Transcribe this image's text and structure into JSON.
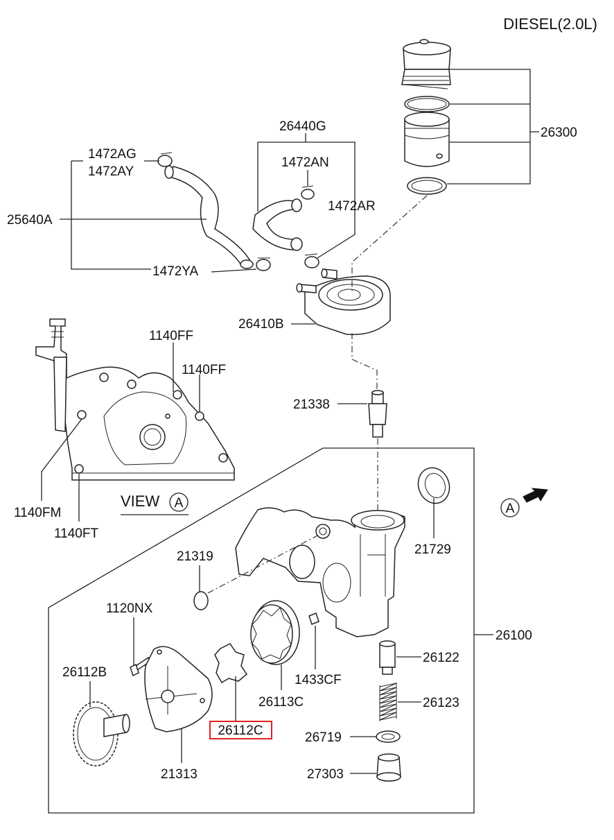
{
  "title": "DIESEL(2.0L)",
  "view": {
    "label": "VIEW",
    "marker": "A"
  },
  "view_marker": "A",
  "highlighted_part": "26112C",
  "colors": {
    "highlight": "#e02020",
    "line": "#222222"
  },
  "labels": {
    "p26300": "26300",
    "p26440G": "26440G",
    "p1472AN": "1472AN",
    "p1472AR": "1472AR",
    "p1472AG": "1472AG",
    "p1472AY": "1472AY",
    "p25640A": "25640A",
    "p1472YA": "1472YA",
    "p26410B": "26410B",
    "p1140FF_a": "1140FF",
    "p1140FF_b": "1140FF",
    "p21338": "21338",
    "p1140FM": "1140FM",
    "p1140FT": "1140FT",
    "p21729": "21729",
    "p21319": "21319",
    "p1120NX": "1120NX",
    "p26100": "26100",
    "p26112B": "26112B",
    "p1433CF": "1433CF",
    "p26122": "26122",
    "p26113C": "26113C",
    "p26123": "26123",
    "p26112C": "26112C",
    "p26719": "26719",
    "p21313": "21313",
    "p27303": "27303"
  }
}
